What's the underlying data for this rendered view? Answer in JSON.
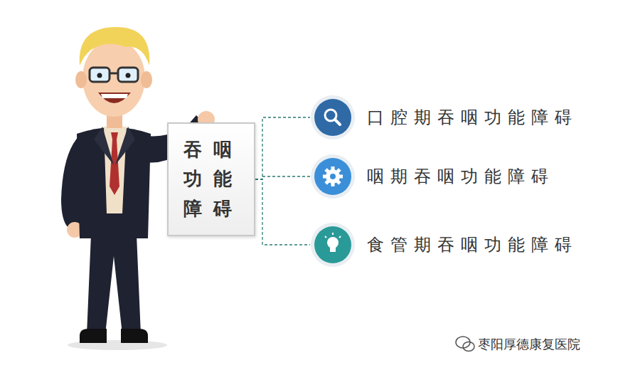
{
  "diagram": {
    "nodes": [
      {
        "text": [
          "吞咽功能障碍"
        ]
      },
      {
        "text": [
          "口腔期吞咽功能障碍"
        ]
      },
      {
        "text": [
          "咽期吞咽功能障碍"
        ]
      },
      {
        "text": [
          "食管期吞咽功能障碍"
        ]
      }
    ],
    "edges": [
      {
        "from": 0,
        "to": 1,
        "arrow": "none"
      },
      {
        "from": 0,
        "to": 2,
        "arrow": "none"
      },
      {
        "from": 0,
        "to": 3,
        "arrow": "none"
      }
    ],
    "labels": [
      "枣阳厚德康复医院"
    ]
  }
}
